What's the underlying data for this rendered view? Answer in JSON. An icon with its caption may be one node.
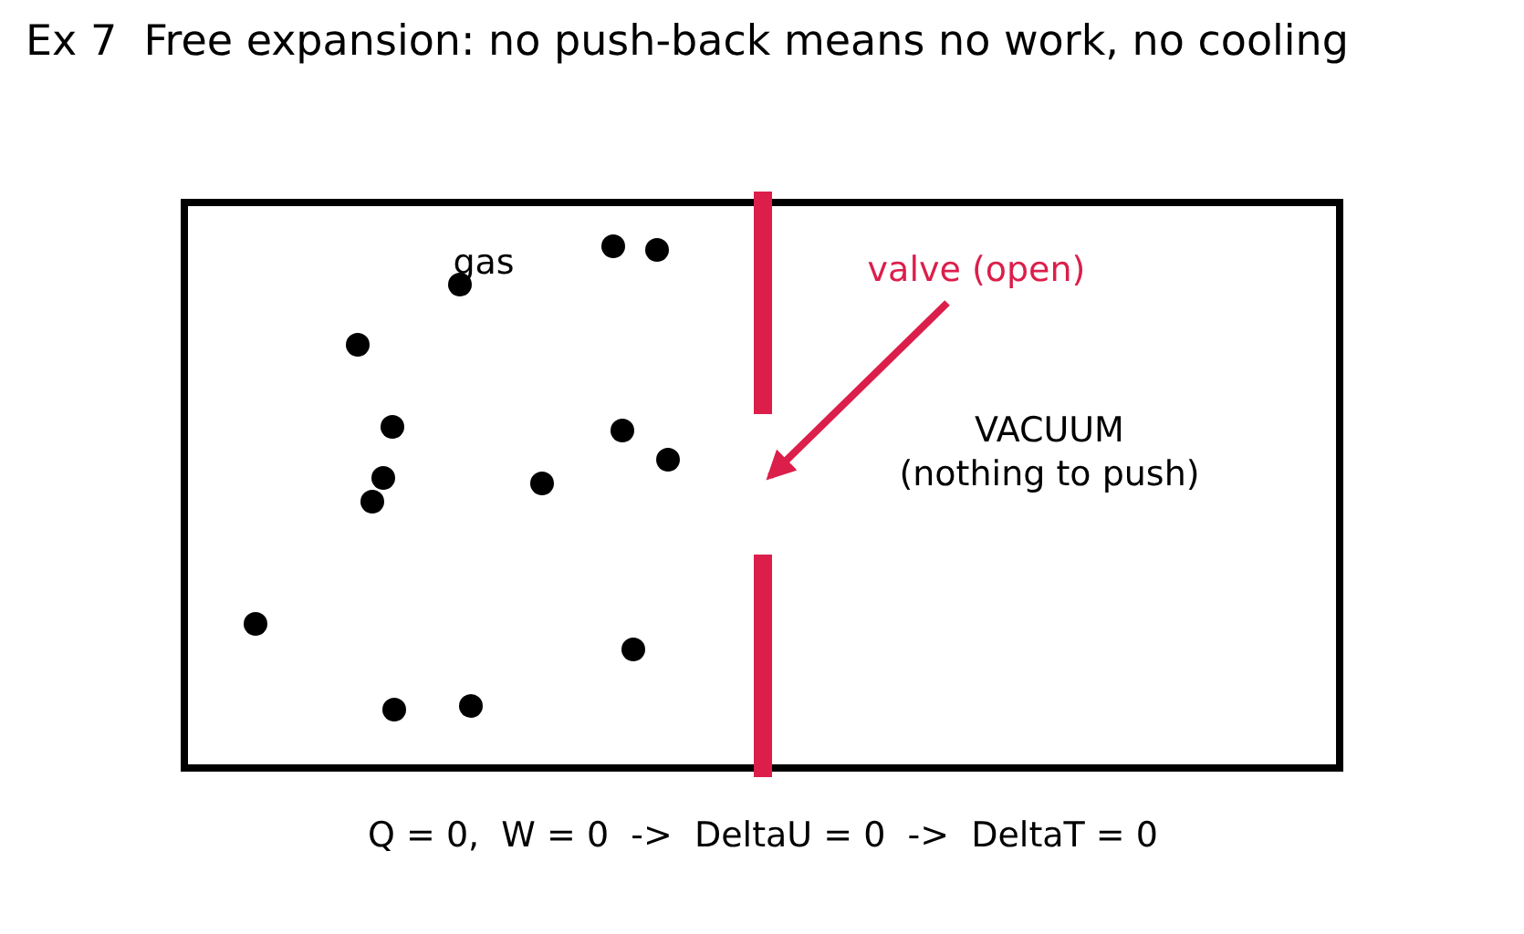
{
  "diagram": {
    "title": "Ex 7  Free expansion: no push-back means no work, no cooling",
    "caption": "Q = 0,  W = 0  ->  DeltaU = 0  ->  DeltaT = 0",
    "nodes": [
      {
        "text": [],
        "shape": "bar"
      },
      {
        "text": [
          "valve (open)"
        ]
      }
    ],
    "edges": [
      {
        "from": 1,
        "to": 0,
        "arrow": "to"
      }
    ],
    "labels": [
      "gas",
      "VACUUM (nothing to push)"
    ]
  }
}
